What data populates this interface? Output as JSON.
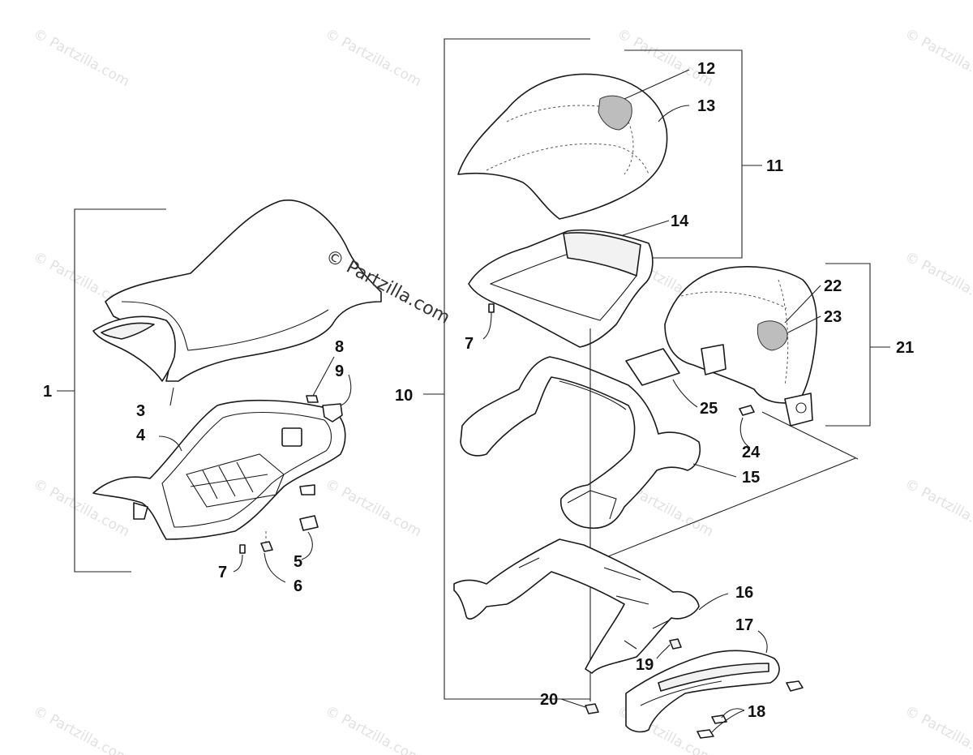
{
  "watermark": {
    "text": "© Partzilla.com",
    "center_text": "© Partzilla.com"
  },
  "callouts": {
    "c1": "1",
    "c3": "3",
    "c4": "4",
    "c5": "5",
    "c6": "6",
    "c7a": "7",
    "c7b": "7",
    "c8": "8",
    "c9": "9",
    "c10": "10",
    "c11": "11",
    "c12": "12",
    "c13": "13",
    "c14": "14",
    "c15": "15",
    "c16": "16",
    "c17": "17",
    "c18": "18",
    "c19": "19",
    "c20": "20",
    "c21": "21",
    "c22": "22",
    "c23": "23",
    "c24": "24",
    "c25": "25"
  }
}
